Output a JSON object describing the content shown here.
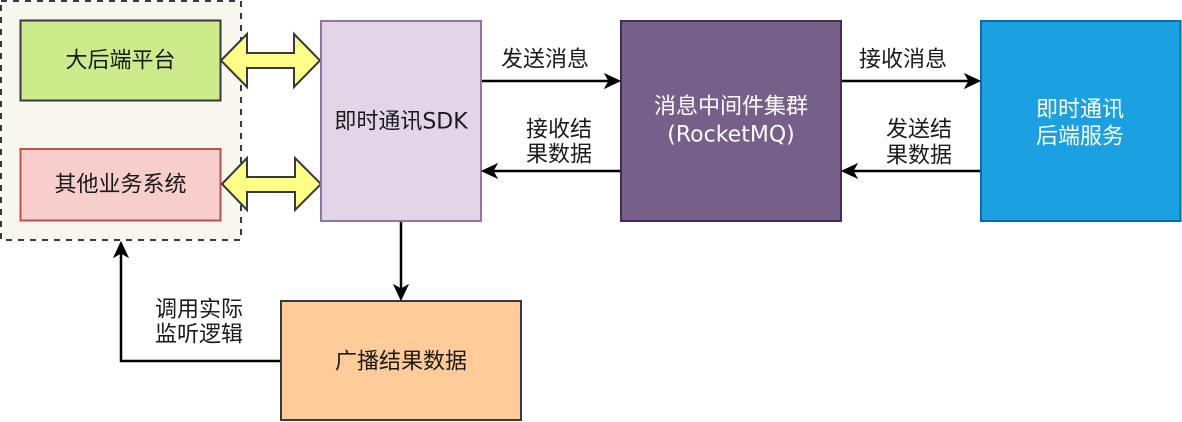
{
  "diagram": {
    "group": {
      "name": "client-systems-group",
      "fill": "#f9f7ed",
      "stroke": "#36393d"
    },
    "nodes": {
      "big_backend_platform": {
        "label": "大后端平台",
        "fill": "#cdeb8b",
        "stroke": "#36393d"
      },
      "other_business_systems": {
        "label": "其他业务系统",
        "fill": "#f8cecc",
        "stroke": "#b85450"
      },
      "im_sdk": {
        "label": "即时通讯SDK",
        "fill": "#e1d5e7",
        "stroke": "#9673a6"
      },
      "mq_cluster": {
        "lines": [
          "消息中间件集群",
          "(RocketMQ)"
        ],
        "fill": "#76608a",
        "stroke": "#432d57",
        "text_color": "#ffffff"
      },
      "im_backend": {
        "lines": [
          "即时通讯",
          "后端服务"
        ],
        "fill": "#1ba1e2",
        "stroke": "#006eaf",
        "text_color": "#ffffff"
      },
      "broadcast_result": {
        "label": "广播结果数据",
        "fill": "#ffcc99",
        "stroke": "#36393d"
      }
    },
    "connectors": {
      "platform_sdk": {
        "type": "bidirectional",
        "fill": "#ffff88",
        "stroke": "#36393d"
      },
      "other_sdk": {
        "type": "bidirectional",
        "fill": "#ffff88",
        "stroke": "#36393d"
      }
    },
    "edges": {
      "sdk_to_mq": {
        "label": "发送消息"
      },
      "mq_to_sdk": {
        "lines": [
          "接收结",
          "果数据"
        ]
      },
      "mq_to_backend": {
        "label": "接收消息"
      },
      "backend_to_mq": {
        "lines": [
          "发送结",
          "果数据"
        ]
      },
      "sdk_to_broadcast": {
        "label": ""
      },
      "broadcast_to_group": {
        "lines": [
          "调用实际",
          "监听逻辑"
        ]
      }
    }
  }
}
